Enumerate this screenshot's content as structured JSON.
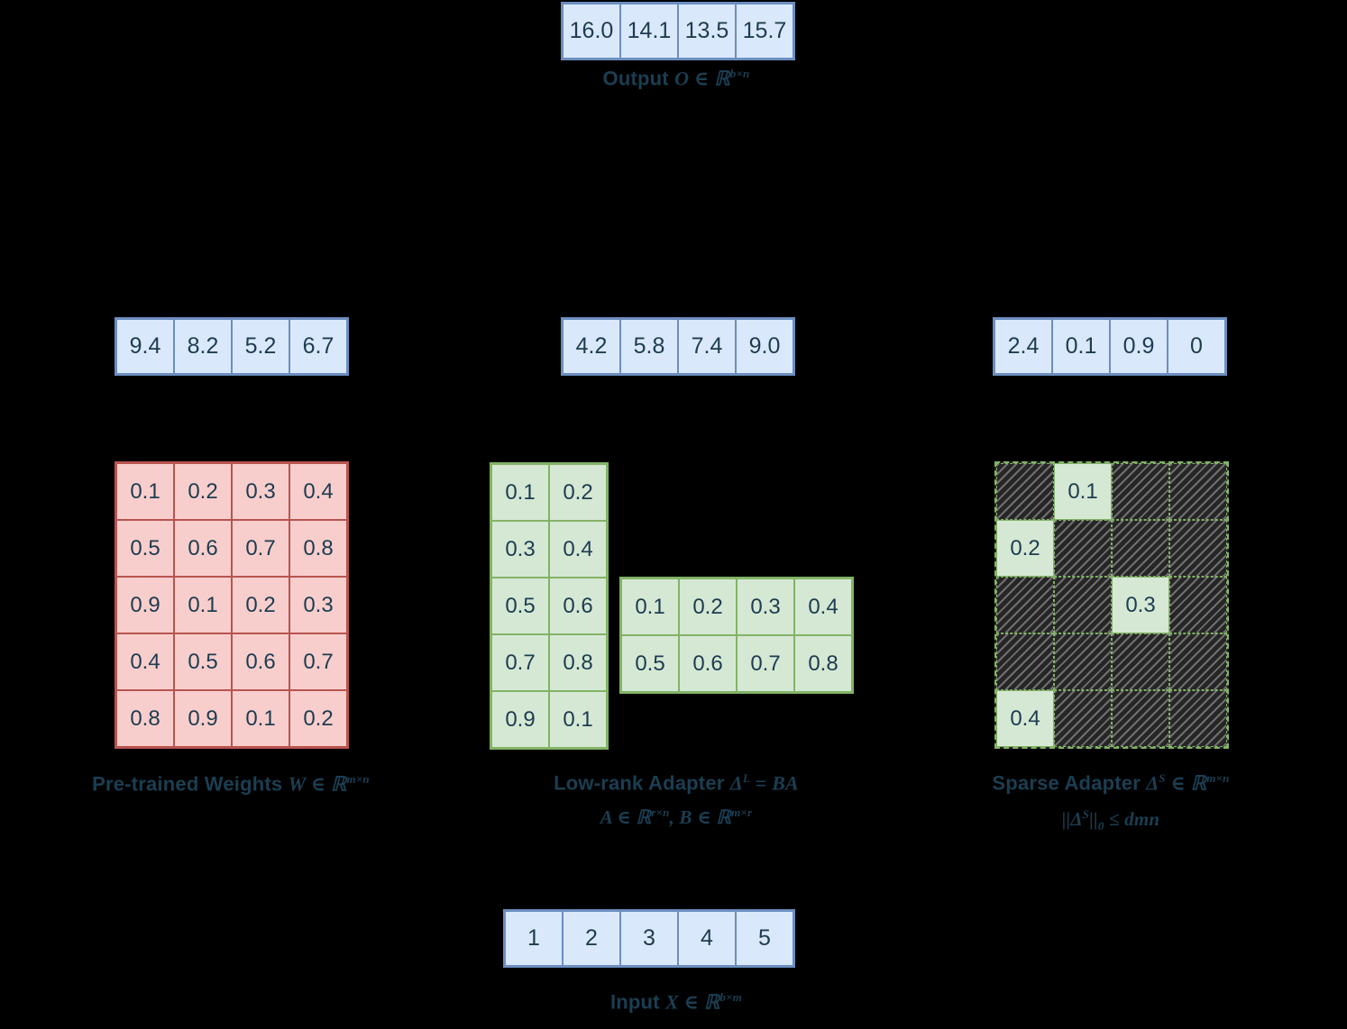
{
  "colors": {
    "background": "#000000",
    "blue_fill": "#dae8fc",
    "blue_border": "#6c8ebf",
    "red_fill": "#f8cecc",
    "red_border": "#b85450",
    "green_fill": "#d5e8d4",
    "green_border": "#82b366",
    "hatch_bg": "#262626",
    "hatch_line": "#6f6f6f",
    "text": "#1b3e52"
  },
  "output": {
    "values": [
      "16.0",
      "14.1",
      "13.5",
      "15.7"
    ],
    "label": [
      {
        "t": "text",
        "v": "Output "
      },
      {
        "t": "math",
        "v": "O ∈ ℝ"
      },
      {
        "t": "sup",
        "v": "b×n"
      }
    ]
  },
  "weights": {
    "vector": [
      "9.4",
      "8.2",
      "5.2",
      "6.7"
    ],
    "rows": [
      [
        "0.1",
        "0.2",
        "0.3",
        "0.4"
      ],
      [
        "0.5",
        "0.6",
        "0.7",
        "0.8"
      ],
      [
        "0.9",
        "0.1",
        "0.2",
        "0.3"
      ],
      [
        "0.4",
        "0.5",
        "0.6",
        "0.7"
      ],
      [
        "0.8",
        "0.9",
        "0.1",
        "0.2"
      ]
    ],
    "label": [
      {
        "t": "text",
        "v": "Pre-trained Weights "
      },
      {
        "t": "math",
        "v": "W ∈ ℝ"
      },
      {
        "t": "sup",
        "v": "m×n"
      }
    ]
  },
  "lowrank": {
    "vector": [
      "4.2",
      "5.8",
      "7.4",
      "9.0"
    ],
    "b_rows": [
      [
        "0.1",
        "0.2"
      ],
      [
        "0.3",
        "0.4"
      ],
      [
        "0.5",
        "0.6"
      ],
      [
        "0.7",
        "0.8"
      ],
      [
        "0.9",
        "0.1"
      ]
    ],
    "a_rows": [
      [
        "0.1",
        "0.2",
        "0.3",
        "0.4"
      ],
      [
        "0.5",
        "0.6",
        "0.7",
        "0.8"
      ]
    ],
    "label1": [
      {
        "t": "text",
        "v": "Low-rank Adapter "
      },
      {
        "t": "math",
        "v": "Δ"
      },
      {
        "t": "sup",
        "v": "L"
      },
      {
        "t": "math",
        "v": " = BA"
      }
    ],
    "label2": [
      {
        "t": "math",
        "v": "A ∈ ℝ"
      },
      {
        "t": "sup",
        "v": "r×n"
      },
      {
        "t": "math",
        "v": ", B ∈ ℝ"
      },
      {
        "t": "sup",
        "v": "m×r"
      }
    ]
  },
  "sparse": {
    "vector": [
      "2.4",
      "0.1",
      "0.9",
      "0"
    ],
    "rows": [
      [
        null,
        "0.1",
        null,
        null
      ],
      [
        "0.2",
        null,
        null,
        null
      ],
      [
        null,
        null,
        "0.3",
        null
      ],
      [
        null,
        null,
        null,
        null
      ],
      [
        "0.4",
        null,
        null,
        null
      ]
    ],
    "label1": [
      {
        "t": "text",
        "v": "Sparse Adapter "
      },
      {
        "t": "math",
        "v": "Δ"
      },
      {
        "t": "sup",
        "v": "S"
      },
      {
        "t": "math",
        "v": " ∈ ℝ"
      },
      {
        "t": "sup",
        "v": "m×n"
      }
    ],
    "label2": [
      {
        "t": "math",
        "v": "||Δ"
      },
      {
        "t": "sup",
        "v": "S"
      },
      {
        "t": "math",
        "v": "||"
      },
      {
        "t": "sub",
        "v": "0"
      },
      {
        "t": "math",
        "v": " ≤ dmn"
      }
    ]
  },
  "input": {
    "values": [
      "1",
      "2",
      "3",
      "4",
      "5"
    ],
    "label": [
      {
        "t": "text",
        "v": "Input "
      },
      {
        "t": "math",
        "v": "X ∈ ℝ"
      },
      {
        "t": "sup",
        "v": "b×m"
      }
    ]
  }
}
